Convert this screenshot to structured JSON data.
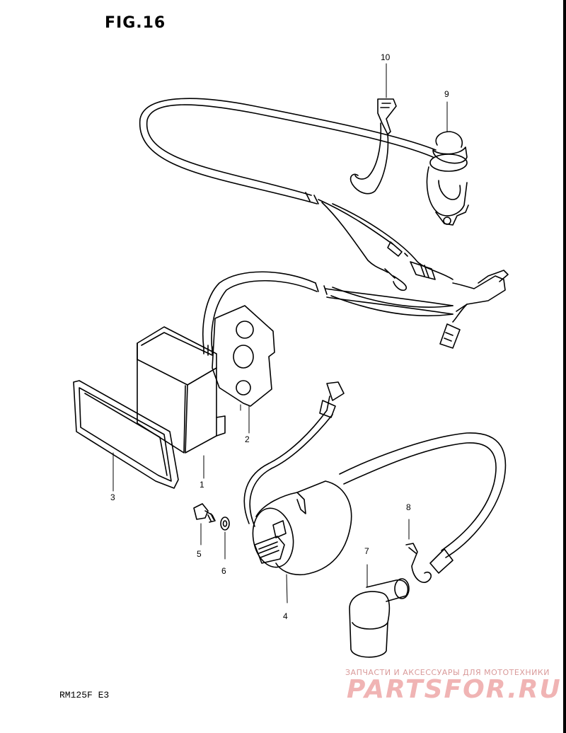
{
  "figure": {
    "title": "FIG.16"
  },
  "callouts": [
    {
      "id": "callout-1",
      "text": "1"
    },
    {
      "id": "callout-2",
      "text": "2"
    },
    {
      "id": "callout-3",
      "text": "3"
    },
    {
      "id": "callout-4",
      "text": "4"
    },
    {
      "id": "callout-5",
      "text": "5"
    },
    {
      "id": "callout-6",
      "text": "6"
    },
    {
      "id": "callout-7",
      "text": "7"
    },
    {
      "id": "callout-8",
      "text": "8"
    },
    {
      "id": "callout-9",
      "text": "9"
    },
    {
      "id": "callout-10",
      "text": "10"
    }
  ],
  "model_code": "RM125F E3",
  "watermark": {
    "tagline": "ЗАПЧАСТИ И АКСЕССУАРЫ ДЛЯ МОТОТЕХНИКИ",
    "logo": "PARTSFOR.RU"
  },
  "colors": {
    "line": "#000000",
    "watermark": "#f0b4b4",
    "background": "#ffffff"
  }
}
